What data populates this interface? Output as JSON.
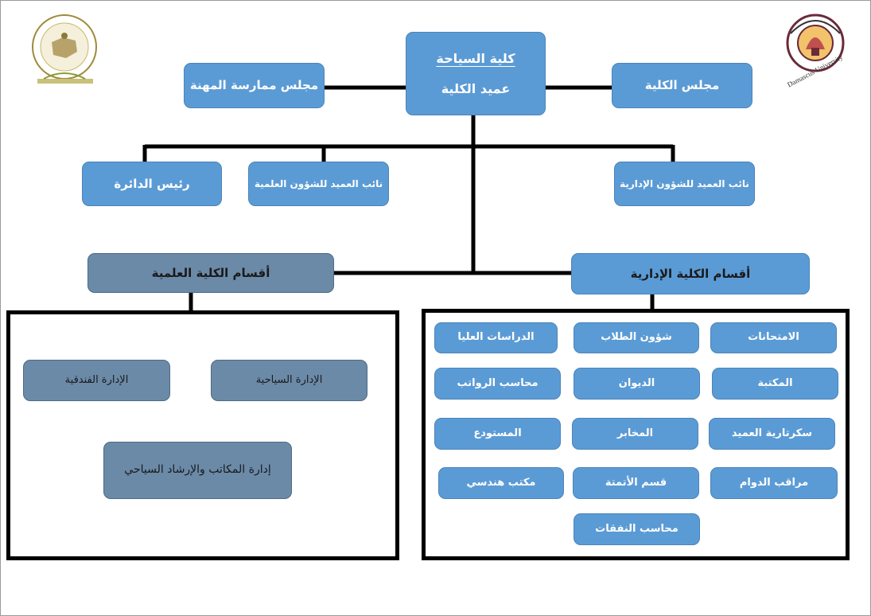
{
  "top": {
    "faculty_name": "كلية السياحة",
    "dean": "عميد الكلية",
    "practice_council": "مجلس ممارسة المهنة",
    "faculty_council": "مجلس الكلية"
  },
  "deputies": {
    "department_head": "رئيس الدائرة",
    "vice_dean_scientific": "نائب العميد للشؤون العلمية",
    "vice_dean_admin": "نائب العميد للشؤون الإدارية"
  },
  "sections": {
    "scientific": "أقسام الكلية العلمية",
    "administrative": "أقسام الكلية الإدارية"
  },
  "scientific_departments": {
    "hotel_management": "الإدارة الفندقية",
    "tourism_management": "الإدارة السياحية",
    "offices_guidance": "إدارة المكاتب والإرشاد السياحي"
  },
  "administrative_departments": [
    "الدراسات العليا",
    "شؤون الطلاب",
    "الامتحانات",
    "محاسب الرواتب",
    "الديوان",
    "المكتبة",
    "المستودع",
    "المخابر",
    "سكرتارية العميد",
    "مكتب هندسي",
    "قسم الأتمتة",
    "مراقب الدوام",
    "محاسب النفقات"
  ],
  "logos": {
    "left_logo": "tourism-faculty-logo",
    "right_logo_text": "Damascus University"
  },
  "colors": {
    "box_light": "#5b9bd5",
    "box_gray": "#6b8aa8",
    "line": "#000000"
  }
}
